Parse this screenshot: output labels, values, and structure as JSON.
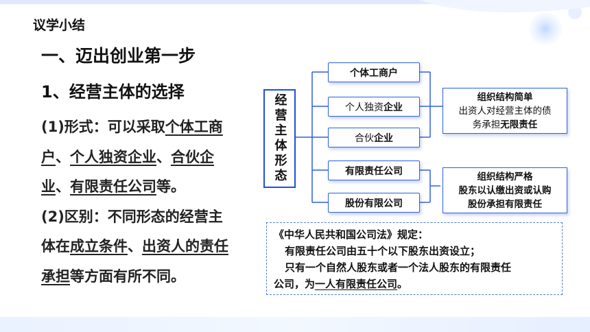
{
  "slide": {
    "eyebrow": "议学小结",
    "title": "一、迈出创业第一步",
    "subtitle": "1、经营主体的选择",
    "body": {
      "p1_prefix": "(1)形式：可以采取",
      "p1_u1": "个体工商户",
      "p1_sep1": "、",
      "p1_u2": "个人独资企业",
      "p1_sep2": "、",
      "p1_u3": "合伙企业",
      "p1_sep3": "、",
      "p1_u4": "有限责任公司",
      "p1_suffix": "等。",
      "p2_prefix": "(2)区别：不同形态的经营主体在",
      "p2_u1": "成立条件",
      "p2_sep": "、",
      "p2_u2": "出资人的责任承担",
      "p2_suffix": "等方面有所不同。"
    }
  },
  "diagram": {
    "center_label": "经营主体形态",
    "forms": [
      {
        "pre": "个体工商户",
        "bold": ""
      },
      {
        "pre": "个人独资",
        "bold": "企业"
      },
      {
        "pre": "合伙",
        "bold": "企业"
      },
      {
        "pre": "有限责任公司",
        "bold": ""
      },
      {
        "pre": "股份有限公司",
        "bold": ""
      }
    ],
    "unlimited": {
      "line1": "组织结构简单",
      "line2": "出资人对经营主体的债",
      "line3_pre": "务承担",
      "line3_bold": "无限责任"
    },
    "limited": {
      "line1": "组织结构严格",
      "line2": "股东以认缴出资或认购",
      "line3": "股份承担有限责任"
    }
  },
  "law": {
    "line1": "《中华人民共和国公司法》规定：",
    "line2": "有限责任公司由五十个以下股东出资设立；",
    "line3": "只有一个自然人股东或者一个法人股东的有限责任",
    "line4_pre": "公司，为",
    "line4_u": "一人有限责任公司",
    "line4_post": "。"
  }
}
